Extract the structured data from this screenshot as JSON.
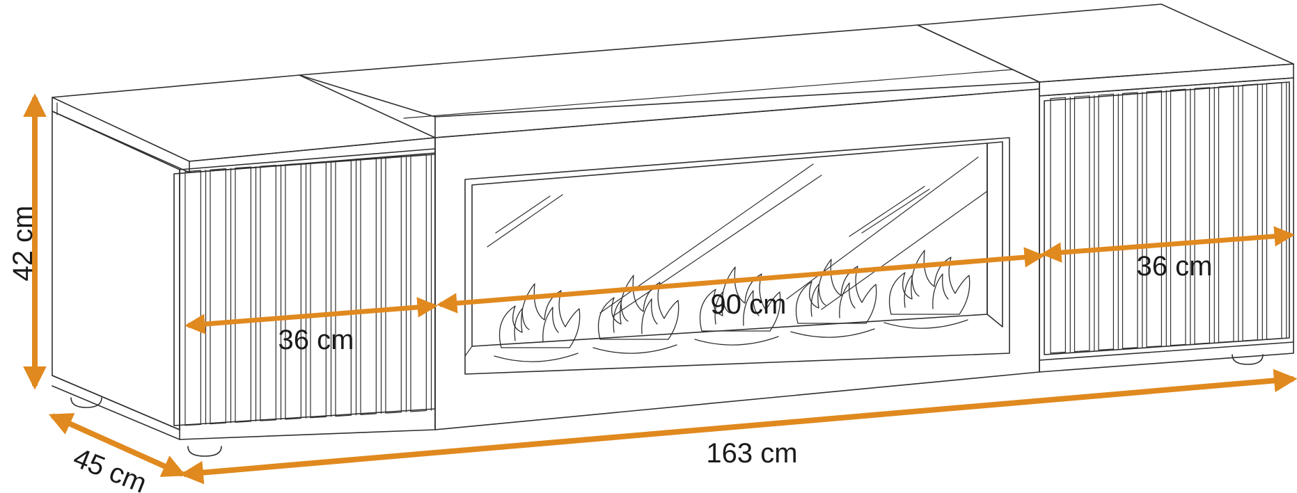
{
  "accent_color": "#E0891F",
  "line_color": "#2e2e2e",
  "dimensions": {
    "height": "42 cm",
    "depth": "45 cm",
    "total_width": "163 cm",
    "left_cabinet_width": "36 cm",
    "fireplace_width": "90 cm",
    "right_cabinet_width": "36 cm"
  }
}
